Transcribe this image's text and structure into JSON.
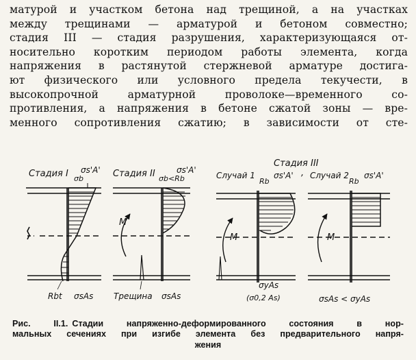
{
  "paragraph": {
    "lines": [
      "матурой и участком бетона над трещиной, а на участках",
      "между трещинами — арматурой и бетоном совместно;",
      "стадия III — стадия разрушения, характеризующаяся от-",
      "носительно коротким периодом работы элемента, когда",
      "напряжения в растянутой стержневой арматуре достига-",
      "ют физического или условного предела текучести, в",
      "высокопрочной арматурной проволоке—временного со-",
      "противления, а напряжения в бетоне сжатой зоны — вре-",
      "менного сопротивления сжатию; в зависимости от сте-"
    ]
  },
  "figure": {
    "stage1": {
      "title": "Стадия I",
      "sb": "σb",
      "ssA_top": "σs'A'",
      "rbt": "Rbt",
      "ssAs": "σsAs"
    },
    "stage2": {
      "title": "Стадия II",
      "sbrb": "σb<Rb",
      "ssA_top": "σs'A'",
      "moment": "M",
      "crack": "Трещина",
      "ssAs": "σsAs"
    },
    "stage3": {
      "title": "Стадия III",
      "case1": {
        "title": "Случай 1",
        "rb": "Rb",
        "ssA_top": "σs'A'",
        "moment": "M",
        "syAs": "σyAs",
        "s02As": "(σ0,2 As)"
      },
      "case2": {
        "title": "Случай 2",
        "rb": "Rb",
        "ssA_top": "σs'A'",
        "moment": "M",
        "relation": "σsAs < σyAs"
      }
    },
    "stage_marks": {
      "apostrophe": "’",
      "comma": ","
    }
  },
  "caption": {
    "number": "Рис. II.1.",
    "line1": "Стадии напряженно-деформированного состояния в нор-",
    "line2": "мальных сечениях при изгибе элемента без предварительного напря-",
    "line3": "жения"
  }
}
